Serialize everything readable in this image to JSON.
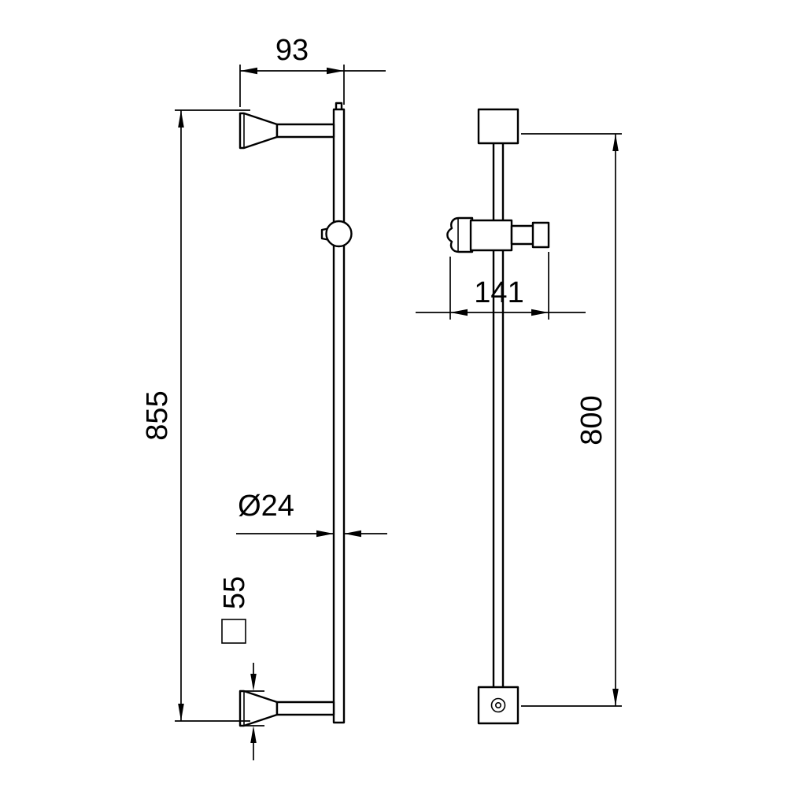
{
  "colors": {
    "ink": "#000000",
    "paper": "#ffffff"
  },
  "dimensions": {
    "bracket_reach": "93",
    "overall_length": "855",
    "bar_diameter": "Ø24",
    "bracket_size": "55",
    "holder_reach": "141",
    "hole_spacing": "800"
  }
}
